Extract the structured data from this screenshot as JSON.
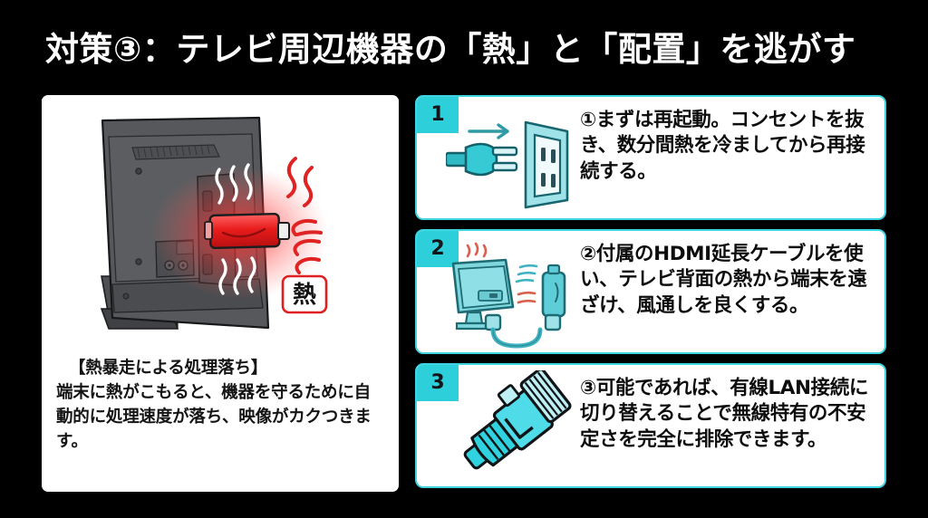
{
  "slide": {
    "background_color": "#000000",
    "title": "対策③：テレビ周辺機器の「熱」と「配置」を逃がす"
  },
  "theme": {
    "accent_cyan": "#2ccfda",
    "card_border": "#3fd5e0",
    "panel_bg": "#ffffff",
    "text_dark": "#0d0d0d",
    "heat_red": "#e02020",
    "tv_body": "#555659"
  },
  "left_panel": {
    "illustration": {
      "name": "tv-back-overheating-stick",
      "description": "テレビ背面に挿したスティック端末が赤く発熱している図",
      "heat_label": "熱",
      "heat_label_color": "#e02020"
    },
    "caption_heading": "【熱暴走による処理落ち】",
    "caption_body": "端末に熱がこもると、機器を守るために自動的に処理速度が落ち、映像がカクつきます。"
  },
  "cards": [
    {
      "number": "1",
      "icon": "power-plug-outlet-icon",
      "text": "①まずは再起動。コンセントを抜き、数分間熱を冷ましてから再接続する。"
    },
    {
      "number": "2",
      "icon": "tv-hdmi-extension-cable-icon",
      "text": "②付属のHDMI延長ケーブルを使い、テレビ背面の熱から端末を遠ざけ、風通しを良くする。"
    },
    {
      "number": "3",
      "icon": "lan-rj45-connector-icon",
      "text": "③可能であれば、有線LAN接続に切り替えることで無線特有の不安定さを完全に排除できます。"
    }
  ]
}
